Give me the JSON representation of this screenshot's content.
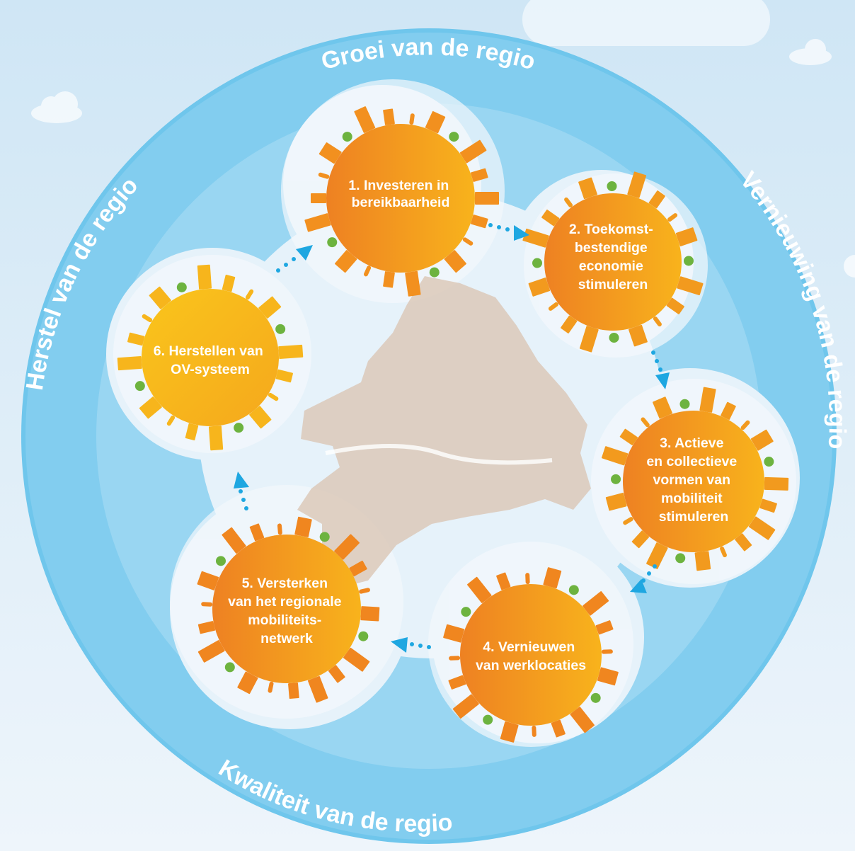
{
  "ring_labels": {
    "top": "Groei van de regio",
    "right": "Vernieuwing van de regio",
    "bottom": "Kwaliteit van de regio",
    "left": "Herstel van de regio"
  },
  "steps": [
    {
      "lines": [
        "1.  Investeren in",
        "bereikbaarheid"
      ]
    },
    {
      "lines": [
        "2. Toekomst-",
        "bestendige",
        "economie",
        "stimuleren"
      ]
    },
    {
      "lines": [
        "3. Actieve",
        "en collectieve",
        "vormen van",
        "mobiliteit",
        "stimuleren"
      ]
    },
    {
      "lines": [
        "4. Vernieuwen",
        "van werklocaties"
      ]
    },
    {
      "lines": [
        "5. Versterken",
        "van het regionale",
        "mobiliteits-",
        "netwerk"
      ]
    },
    {
      "lines": [
        "6. Herstellen van",
        "OV-systeem"
      ]
    }
  ],
  "colors": {
    "outer_ring": "#8fd0ef",
    "outer_ring_edge": "#6ec3ea",
    "inner_area": "#e6f2fa",
    "map_land": "#d9c3b0",
    "arrow": "#1ea7e1",
    "sun_orange": "#ef8a22",
    "sun_yellow": "#f8b91c",
    "icon_green": "#6db33f"
  }
}
